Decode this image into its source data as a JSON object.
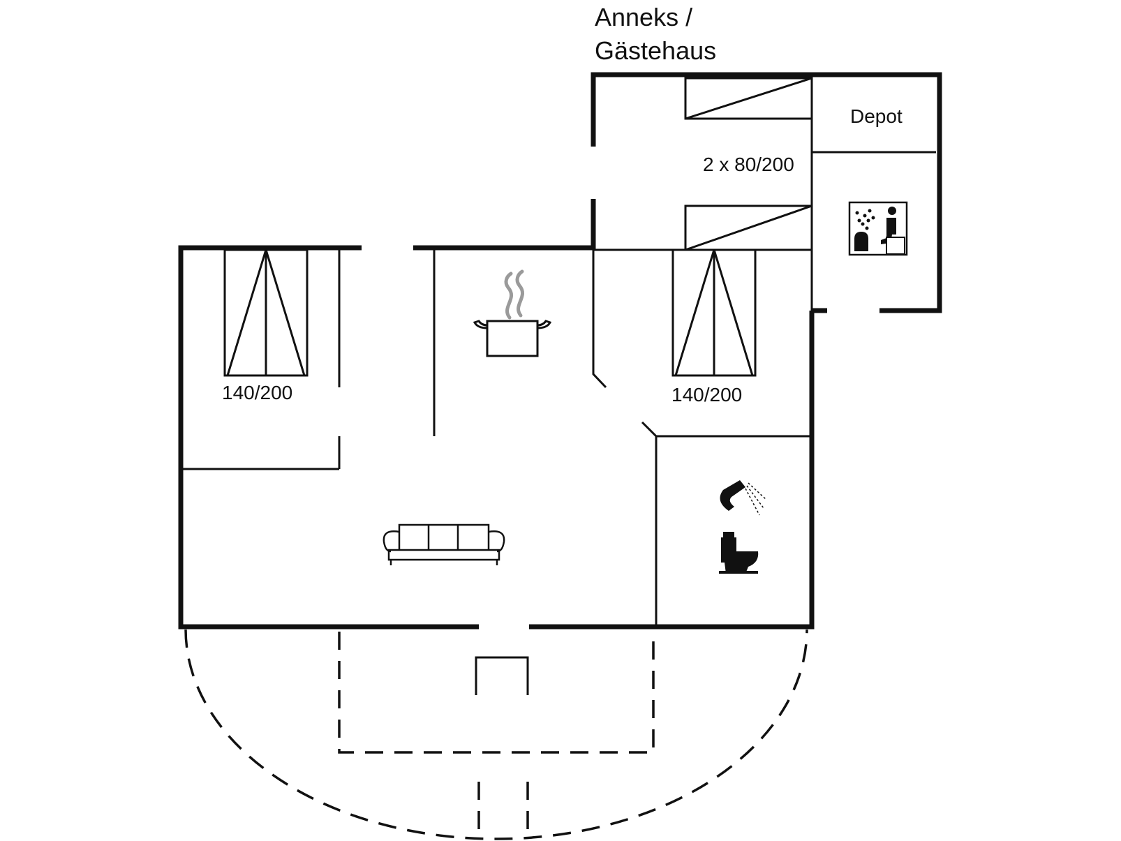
{
  "annex": {
    "line1": "Anneks /",
    "line2": "Gästehaus"
  },
  "rooms": {
    "depot": "Depot",
    "beds_annex": "2 x 80/200",
    "bed_left": "140/200",
    "bed_right": "140/200"
  },
  "icons": [
    "sauna-icon",
    "cooking-pot-icon",
    "sofa-icon",
    "shower-icon",
    "toilet-icon"
  ],
  "colors": {
    "ink": "#111111",
    "background": "#ffffff",
    "steam": "#9a9a9a"
  }
}
